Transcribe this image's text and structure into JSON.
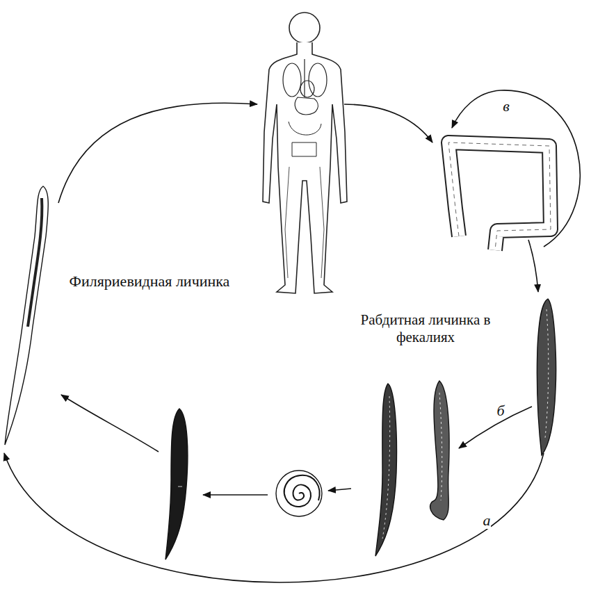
{
  "diagram": {
    "labels": [
      "в",
      "Филяриевидная личинка",
      "Рабдитная личинка в фекалиях",
      "б",
      "а"
    ]
  }
}
